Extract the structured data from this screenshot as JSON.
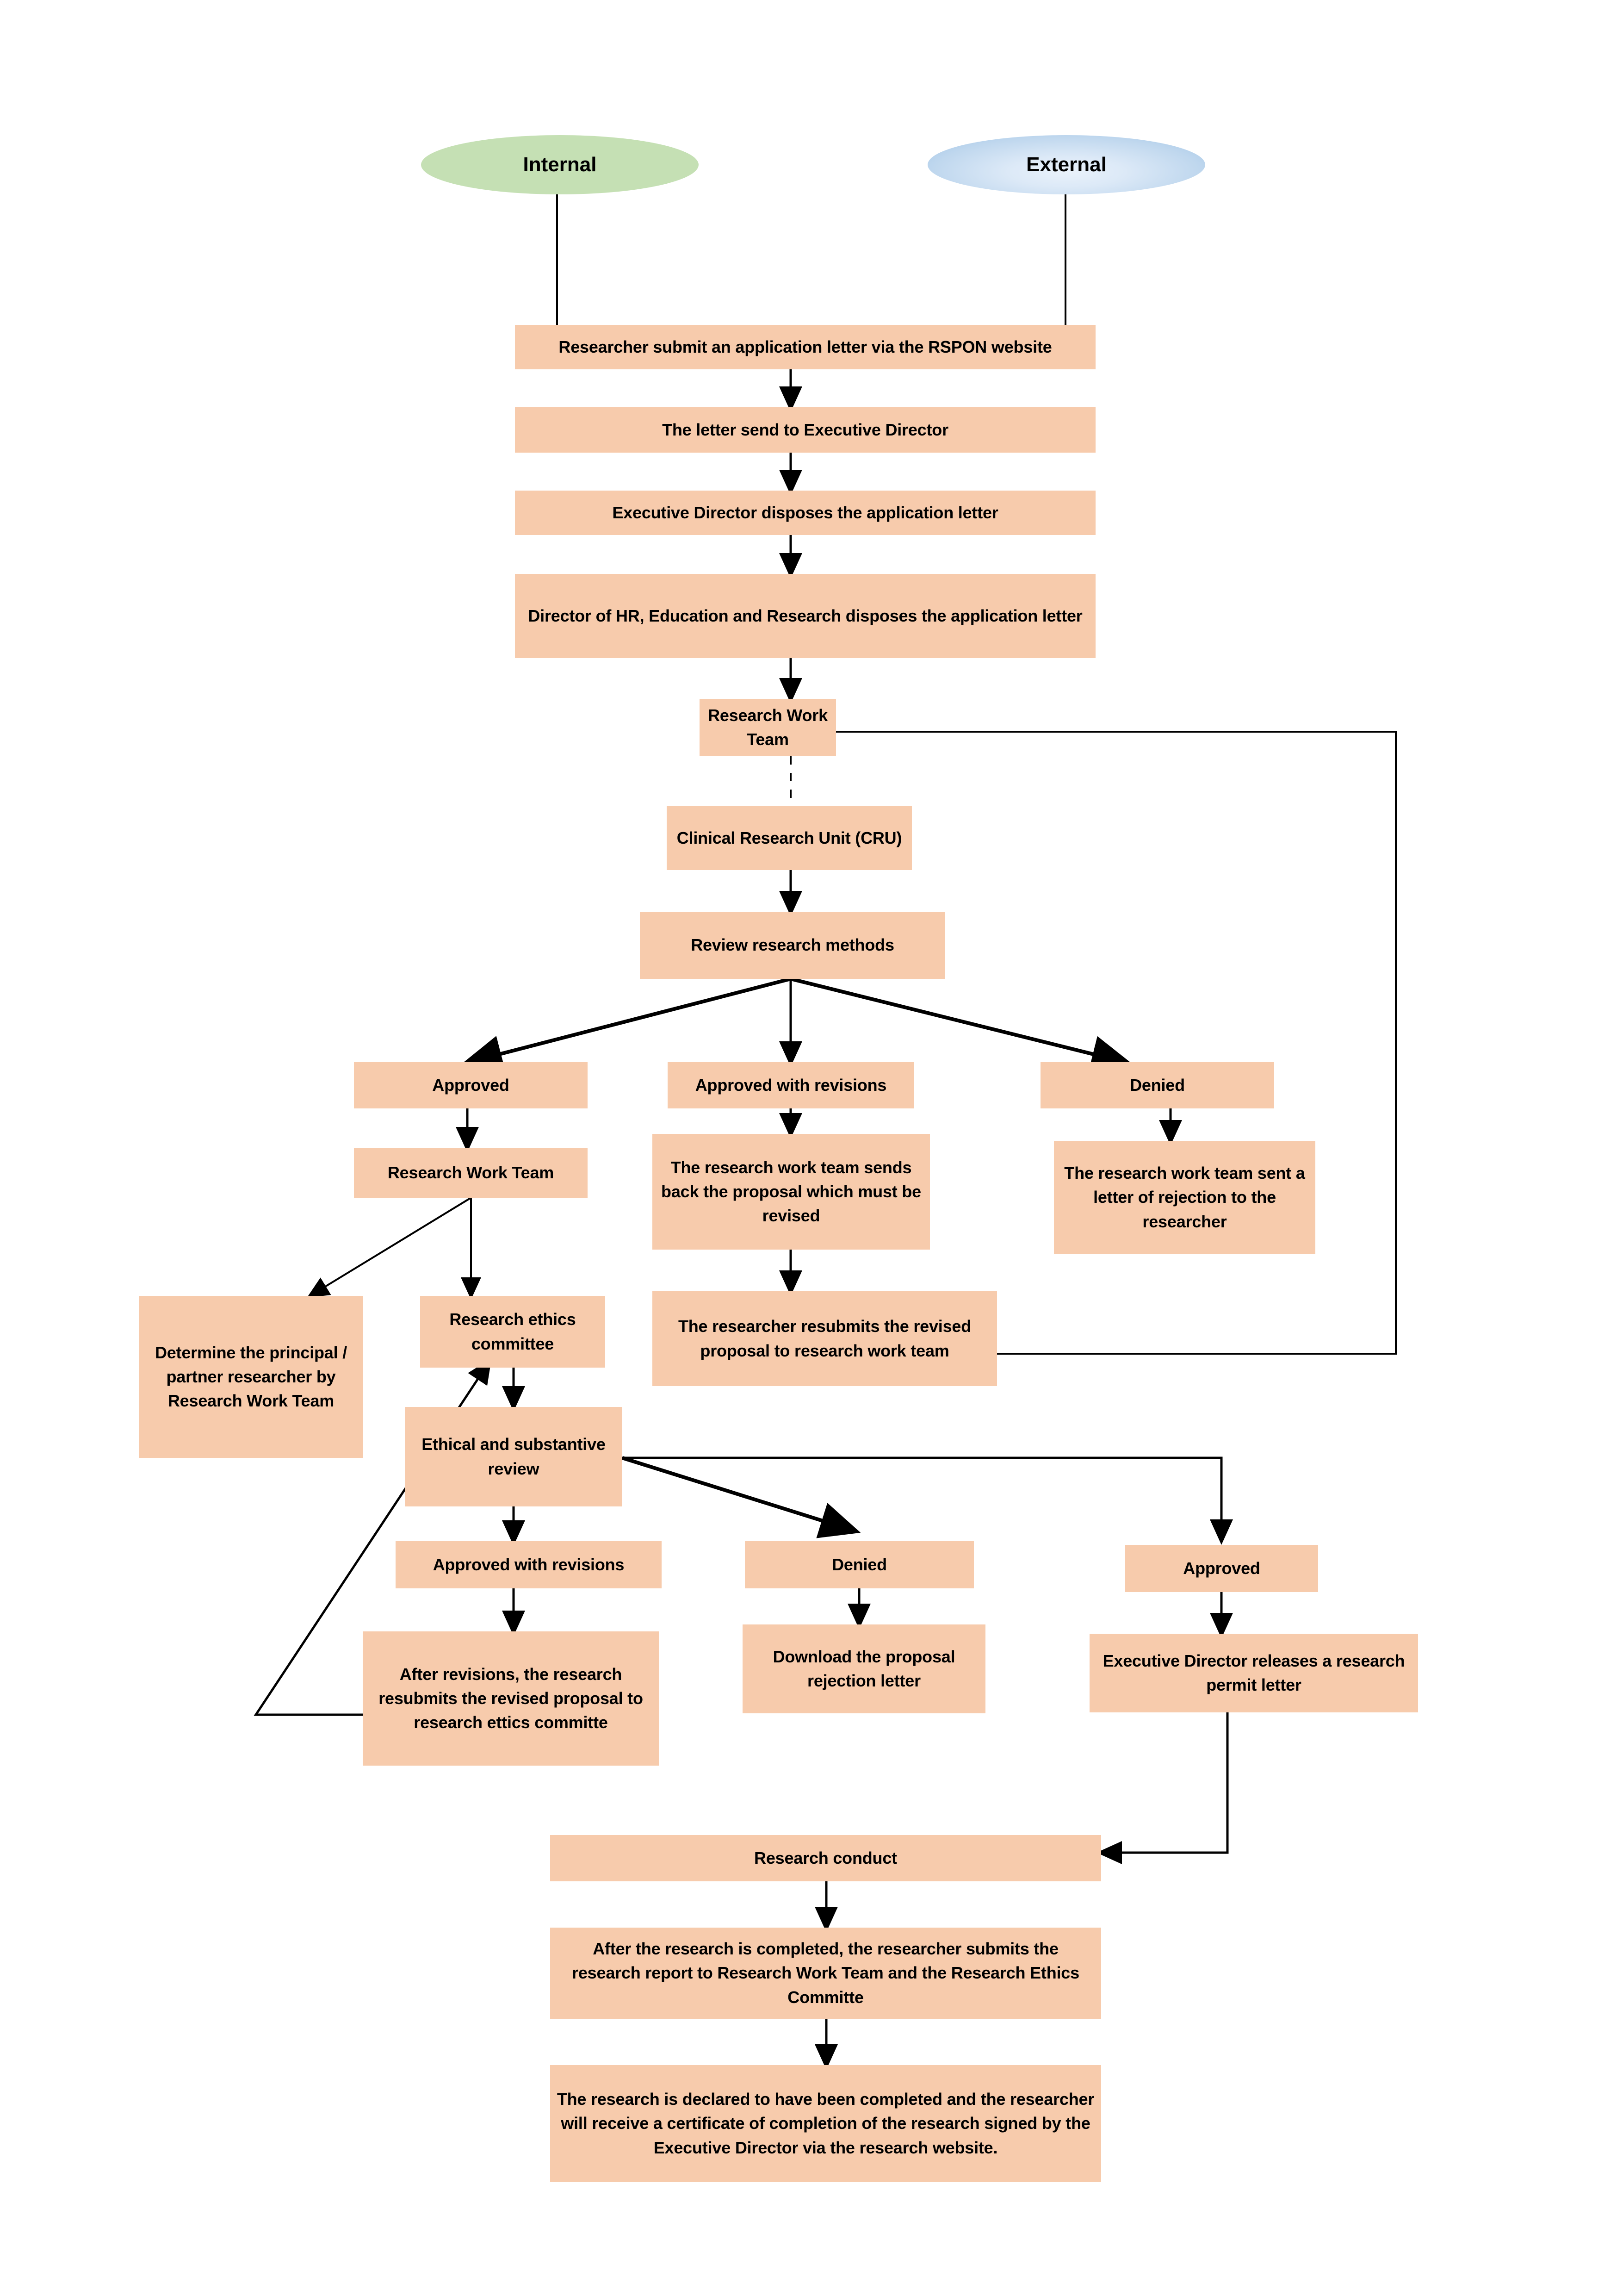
{
  "diagram": {
    "title": "Research Permit Application Flowchart",
    "colors": {
      "box_fill": "#F7CBAC",
      "internal_fill": "#C5E0B4",
      "external_fill": "#9DC3E6",
      "connector": "#000000",
      "background": "#FFFFFF"
    },
    "terminals": [
      {
        "id": "internal",
        "label": "Internal"
      },
      {
        "id": "external",
        "label": "External"
      }
    ],
    "nodes": [
      {
        "id": "submit-letter",
        "label": "Researcher submit an application letter via the RSPON website"
      },
      {
        "id": "letter-to-ed",
        "label": "The letter send to Executive Director"
      },
      {
        "id": "ed-disposes",
        "label": "Executive Director disposes the application letter"
      },
      {
        "id": "dir-hr-disposes",
        "label": "Director of HR, Education and Research disposes the application letter"
      },
      {
        "id": "research-work-team-1",
        "label": "Research Work Team"
      },
      {
        "id": "cru",
        "label": "Clinical Research Unit (CRU)"
      },
      {
        "id": "review-methods",
        "label": "Review research methods"
      },
      {
        "id": "approved-1",
        "label": "Approved"
      },
      {
        "id": "approved-revisions-1",
        "label": "Approved with revisions"
      },
      {
        "id": "denied-1",
        "label": "Denied"
      },
      {
        "id": "research-work-team-2",
        "label": "Research Work Team"
      },
      {
        "id": "sends-back-proposal",
        "label": "The research work team sends back the proposal which must be revised"
      },
      {
        "id": "rejection-letter-1",
        "label": "The research work team sent a letter of rejection to the researcher"
      },
      {
        "id": "determine-principal",
        "label": "Determine the principal / partner researcher by Research Work Team"
      },
      {
        "id": "ethics-committee",
        "label": "Research ethics committee"
      },
      {
        "id": "resubmit-to-rwt",
        "label": "The researcher resubmits the revised proposal to research work team"
      },
      {
        "id": "ethical-review",
        "label": "Ethical and substantive review"
      },
      {
        "id": "approved-revisions-2",
        "label": "Approved with revisions"
      },
      {
        "id": "denied-2",
        "label": "Denied"
      },
      {
        "id": "approved-2",
        "label": "Approved"
      },
      {
        "id": "resubmit-to-ethics",
        "label": "After revisions, the research resubmits the revised proposal to research ettics committe"
      },
      {
        "id": "download-rejection",
        "label": "Download the proposal rejection letter"
      },
      {
        "id": "permit-letter",
        "label": "Executive Director releases a research permit letter"
      },
      {
        "id": "research-conduct",
        "label": "Research conduct"
      },
      {
        "id": "submit-report",
        "label": "After the research is completed, the researcher submits the research report to Research Work Team and the Research Ethics Committe"
      },
      {
        "id": "declared-complete",
        "label": "The research is declared to have been completed and the researcher will receive a certificate of completion of the research signed by the Executive Director via the research website."
      }
    ]
  }
}
